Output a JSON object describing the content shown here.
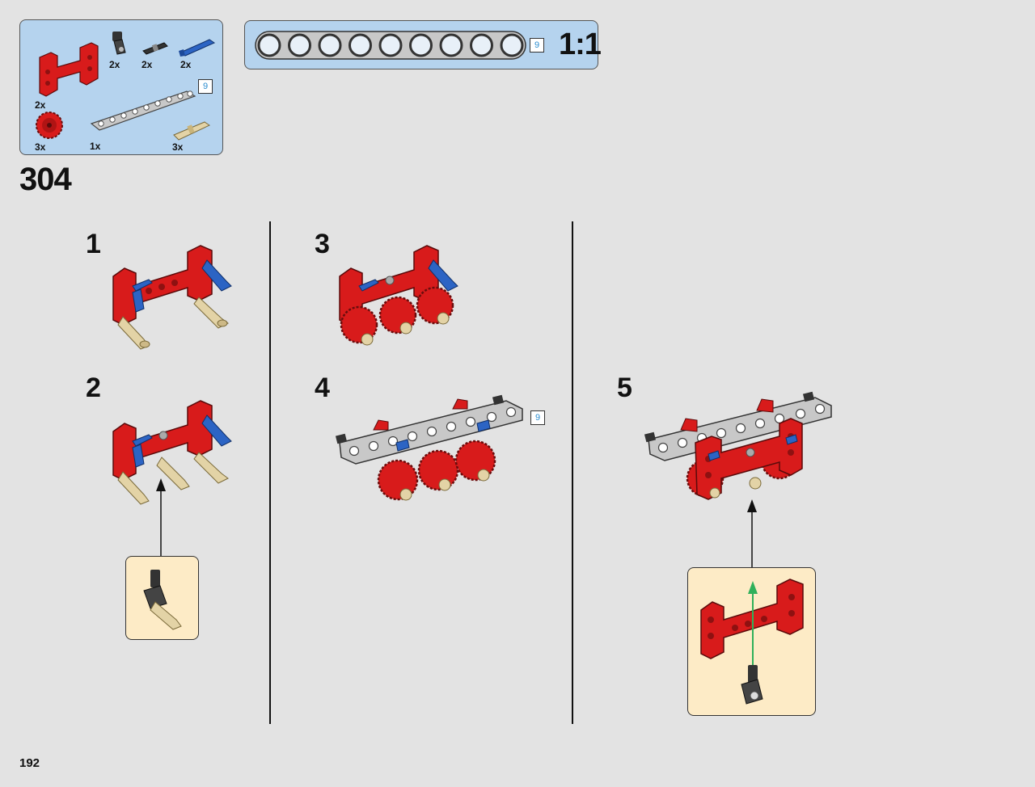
{
  "parts_list": {
    "items": [
      {
        "name": "red-frame",
        "qty": "2x"
      },
      {
        "name": "black-axle-connector",
        "qty": "2x"
      },
      {
        "name": "black-pin",
        "qty": "2x"
      },
      {
        "name": "blue-axle-pin",
        "qty": "2x"
      },
      {
        "name": "red-gear",
        "qty": "3x"
      },
      {
        "name": "gray-beam",
        "qty": "1x",
        "length_tag": "9"
      },
      {
        "name": "tan-pin",
        "qty": "3x"
      }
    ]
  },
  "scale_guide": {
    "length_tag": "9",
    "holes": 9,
    "ratio": "1:1"
  },
  "step_number": "304",
  "substeps": [
    {
      "label": "1"
    },
    {
      "label": "2"
    },
    {
      "label": "3"
    },
    {
      "label": "4",
      "beam_tag": "9"
    },
    {
      "label": "5"
    }
  ],
  "page_number": "192",
  "colors": {
    "page_bg": "#e3e3e3",
    "parts_box": "#b5d3ee",
    "callout": "#fdebc6",
    "brick_red": "#d81b1b",
    "axle_blue": "#2c64c4",
    "pin_tan": "#e3d3a6",
    "beam_gray": "#c8c8c8",
    "tag_text": "#2a8ccf",
    "arrow_green": "#2fb05a"
  }
}
